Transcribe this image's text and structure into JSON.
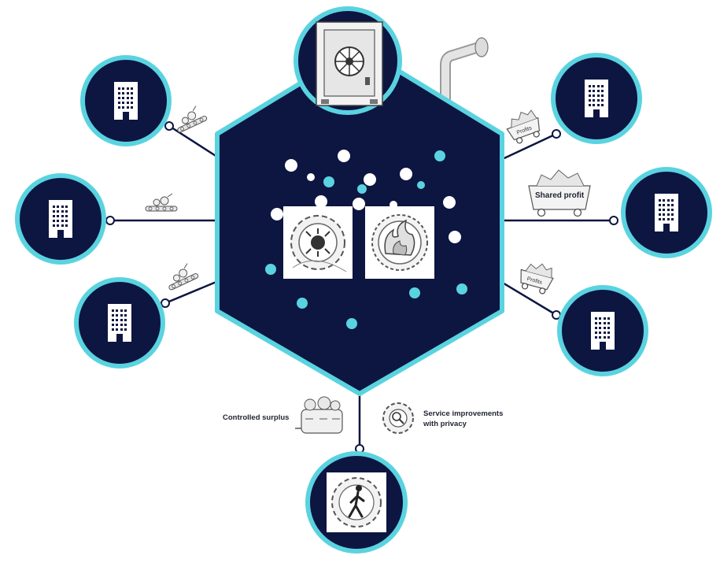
{
  "colors": {
    "navy": "#0d1541",
    "cyan": "#5ad3e0",
    "white": "#ffffff",
    "sketch": "#6b6b6b"
  },
  "hub": {
    "icons": [
      "vault-safe-icon",
      "gear-bug-icon",
      "fire-saw-icon",
      "exhaust-pipe-icon"
    ],
    "dot_count": 20
  },
  "nodes": [
    {
      "id": "top-left",
      "icon": "office-building-icon"
    },
    {
      "id": "mid-left",
      "icon": "office-building-icon"
    },
    {
      "id": "bottom-left",
      "icon": "office-building-icon"
    },
    {
      "id": "top-right",
      "icon": "office-building-icon"
    },
    {
      "id": "mid-right",
      "icon": "office-building-icon"
    },
    {
      "id": "bottom-right",
      "icon": "office-building-icon"
    },
    {
      "id": "bottom",
      "icon": "walking-person-gear-icon"
    }
  ],
  "labels": {
    "shared_profit": "Shared profit",
    "controlled_surplus": "Controlled surplus",
    "service_improvements_line1": "Service improvements",
    "service_improvements_line2": "with privacy",
    "profits_cart": "Profits"
  }
}
